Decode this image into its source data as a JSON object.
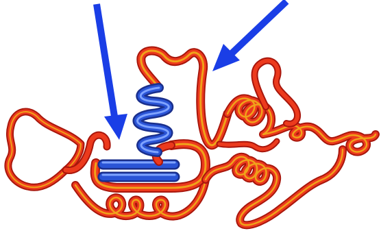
{
  "image": {
    "background_color": "#ffffff"
  },
  "colors": {
    "ribbon_outer": "#e6351f",
    "ribbon_inner": "#f0a21a",
    "ribbon_dark": "#a8160c",
    "highlight_outer": "#1f46c8",
    "highlight_inner": "#7fa3ff",
    "arrow": "#1a3ee6"
  },
  "annotations": [
    {
      "label": "",
      "target": "beta-hairpin",
      "icon": "arrow"
    },
    {
      "label": "",
      "target": "alpha-helix",
      "icon": "arrow"
    }
  ]
}
